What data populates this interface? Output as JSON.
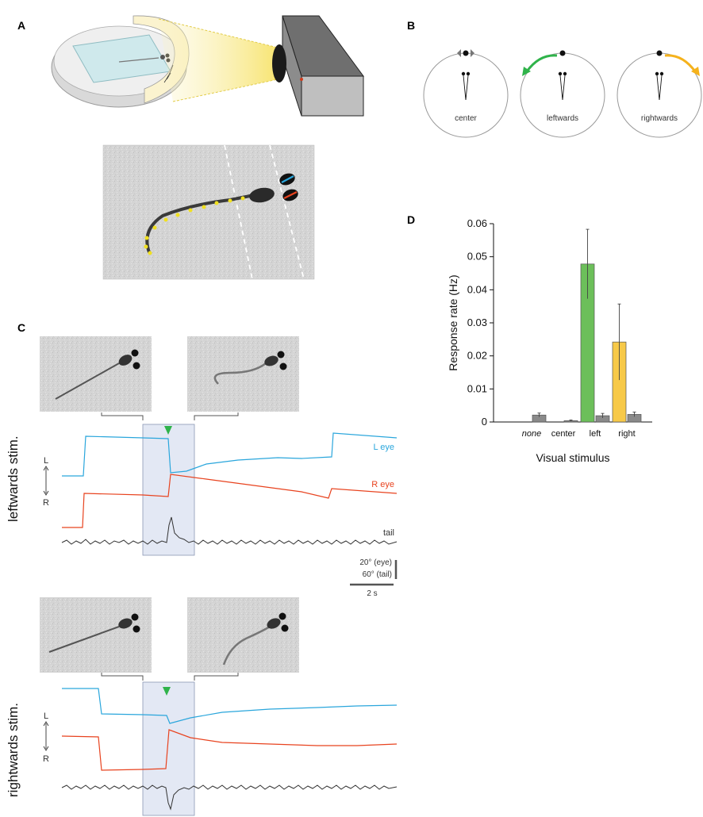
{
  "panels": {
    "a": "A",
    "b": "B",
    "c": "C",
    "d": "D"
  },
  "panel_b": {
    "circles": [
      {
        "label": "center"
      },
      {
        "label": "leftwards"
      },
      {
        "label": "rightwards"
      }
    ],
    "colors": {
      "left": "#2fb34a",
      "right": "#f5b21c",
      "center": "#777777"
    }
  },
  "panel_c": {
    "trial_labels": [
      "leftwards stim.",
      "rightwards stim."
    ],
    "trace_labels": {
      "l_eye": "L eye",
      "r_eye": "R eye",
      "tail": "tail"
    },
    "direction_labels": {
      "top": "L",
      "bottom": "R"
    },
    "scalebar": {
      "eye": "20° (eye)",
      "tail": "60° (tail)",
      "time": "2 s"
    },
    "colors": {
      "l_eye": "#2aa6dc",
      "r_eye": "#e8431f",
      "tail": "#333333",
      "arrow": "#2fb34a"
    }
  },
  "chart_data": {
    "type": "bar",
    "xlabel": "Visual stimulus",
    "ylabel": "Response rate (Hz)",
    "ylim": [
      0,
      0.06
    ],
    "yticks": [
      "0",
      "0.01",
      "0.02",
      "0.03",
      "0.04",
      "0.05",
      "0.06"
    ],
    "categories": [
      "none",
      "center",
      "left",
      "right"
    ],
    "series": [
      {
        "values": [
          0,
          0,
          0.0478,
          0.0242
        ],
        "errors": [
          0,
          0,
          0.0105,
          0.0115
        ],
        "colors": [
          "#8a8a8a",
          "#8a8a8a",
          "#6cbf5a",
          "#f7c948"
        ]
      },
      {
        "values": [
          0.0021,
          0.0004,
          0.0019,
          0.0023
        ],
        "errors": [
          0.0006,
          0.0002,
          0.0007,
          0.0007
        ],
        "colors": [
          "#8a8a8a",
          "#8a8a8a",
          "#8a8a8a",
          "#8a8a8a"
        ]
      }
    ]
  }
}
